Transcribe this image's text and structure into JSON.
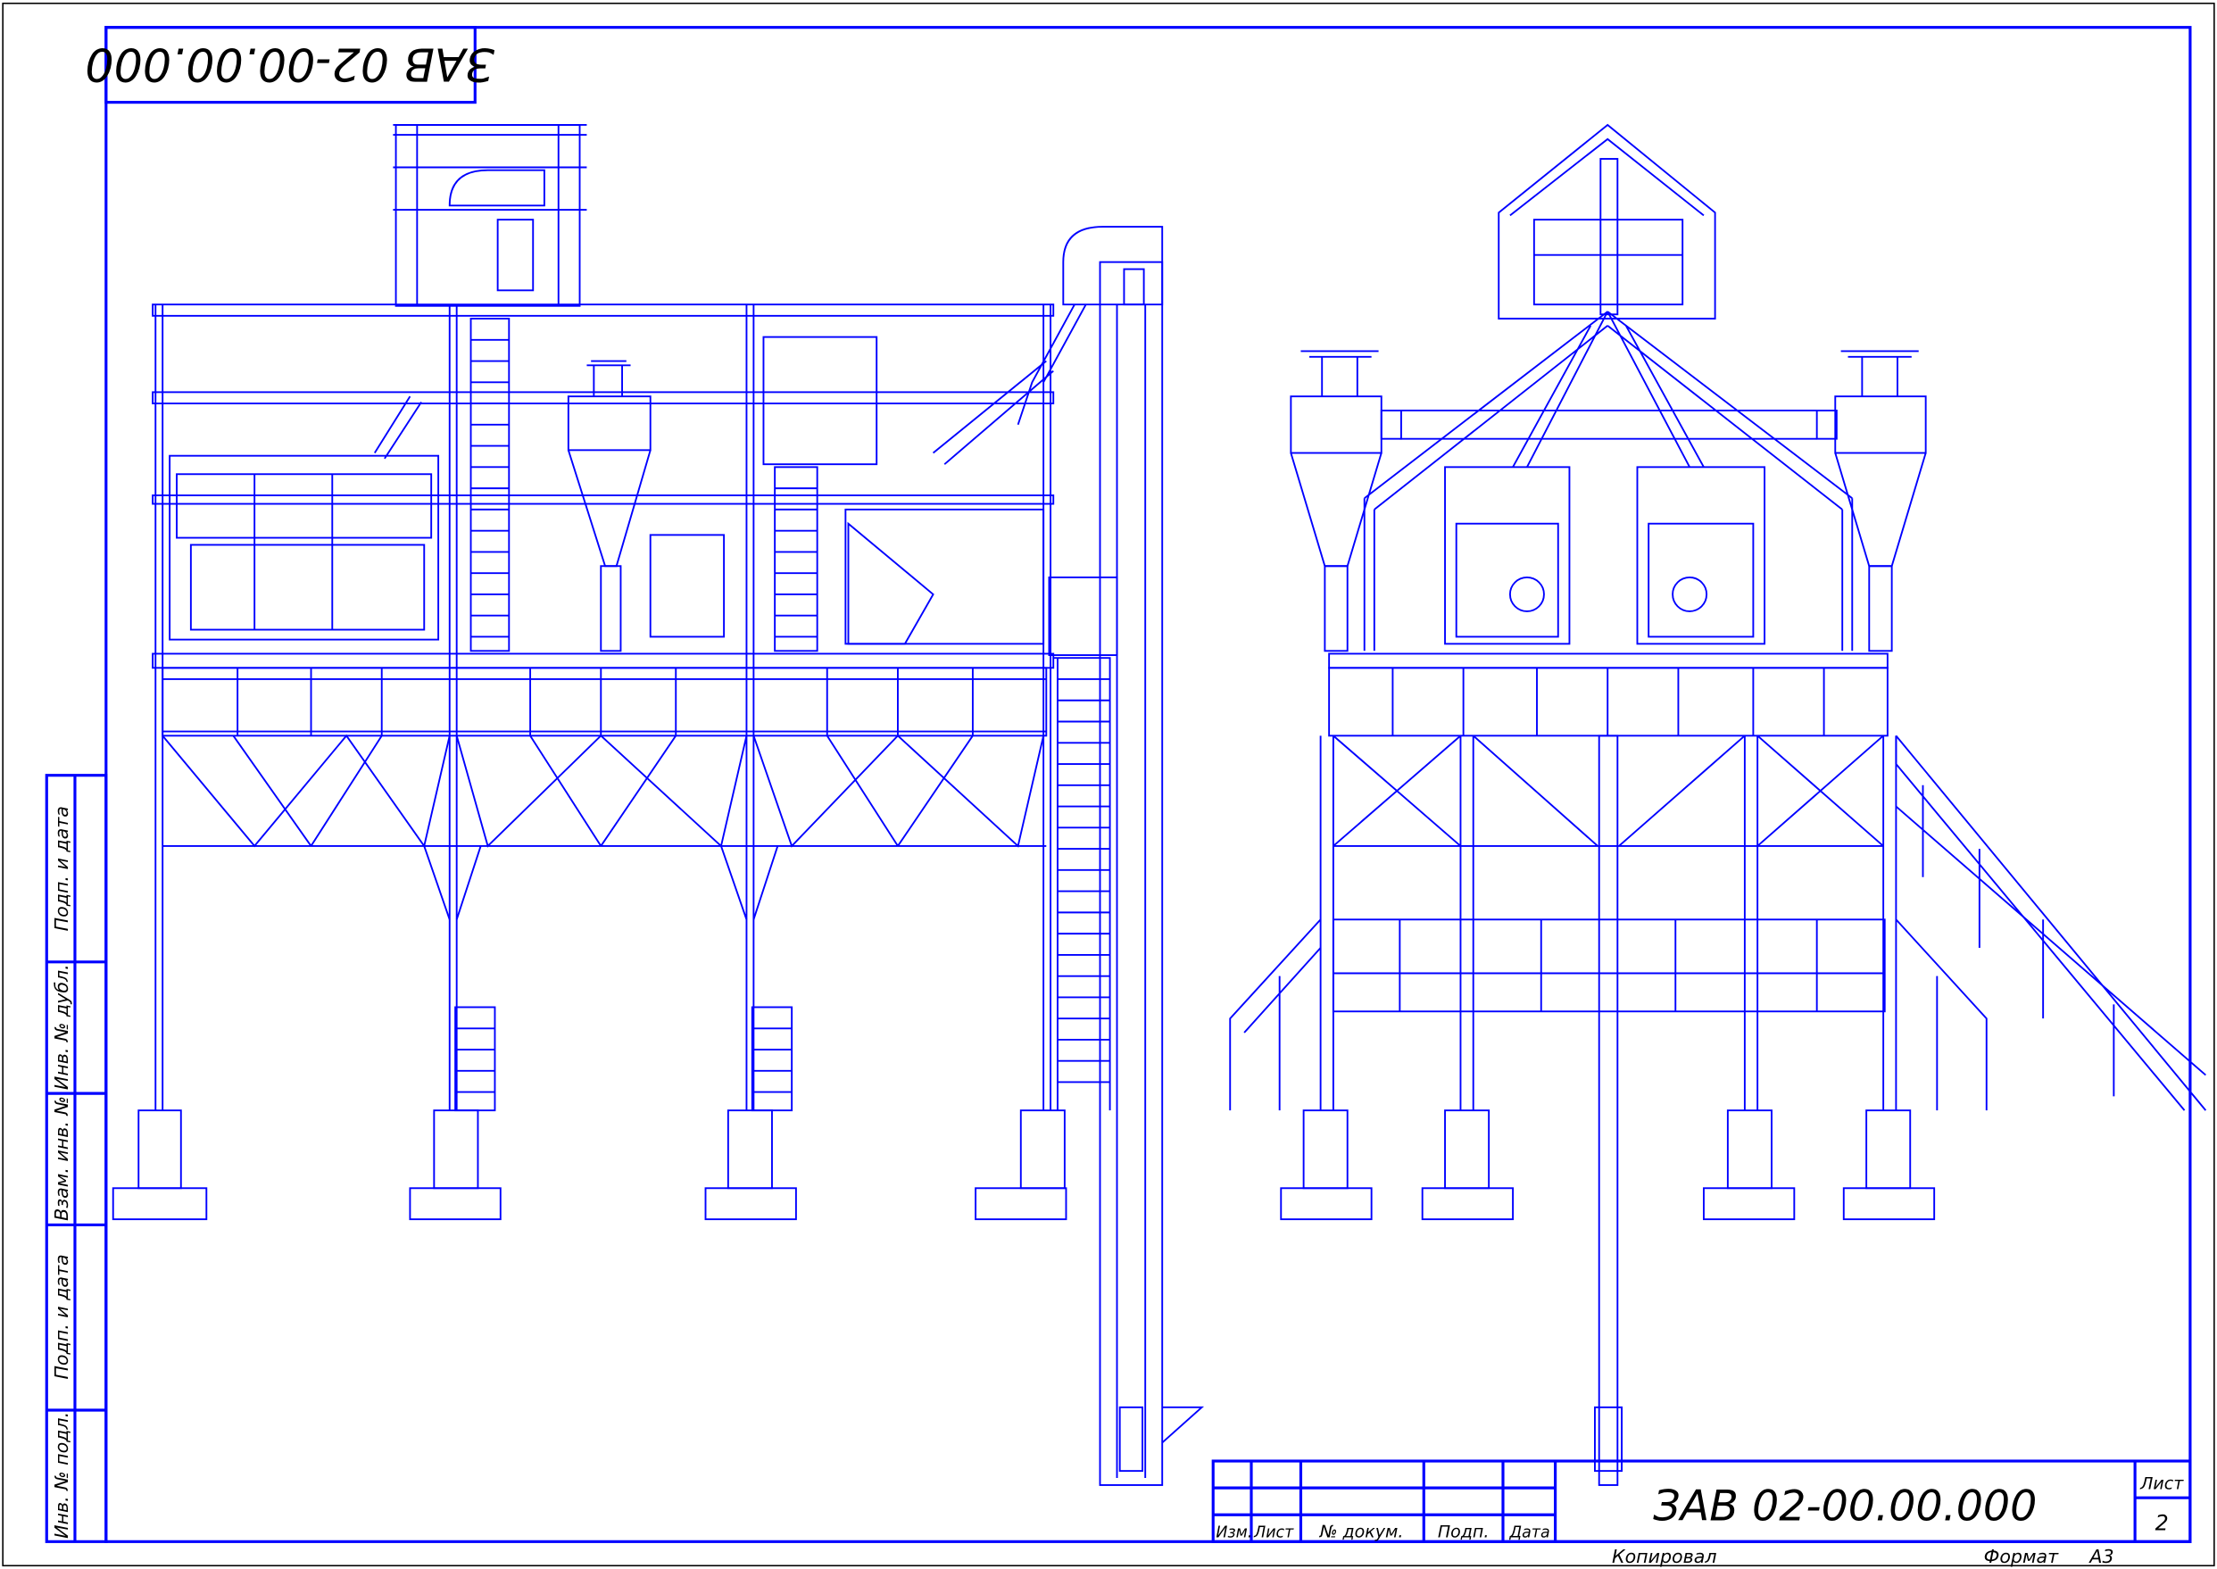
{
  "drawing": {
    "top_label": "ЗАВ 02-00.00.000",
    "colors": {
      "line": "#0000ff",
      "text": "#000000"
    }
  },
  "side_strip": {
    "cells": [
      "Подп. и дата",
      "Инв. № дубл.",
      "Взам. инв. №",
      "Подп. и дата",
      "Инв. № подл."
    ]
  },
  "title_block": {
    "headers": [
      "Изм.",
      "Лист",
      "№ докум.",
      "Подп.",
      "Дата"
    ],
    "designation": "ЗАВ 02-00.00.000",
    "sheet_label": "Лист",
    "sheet_number": "2",
    "copied": "Копировал",
    "format_label": "Формат",
    "format_value": "А3"
  }
}
